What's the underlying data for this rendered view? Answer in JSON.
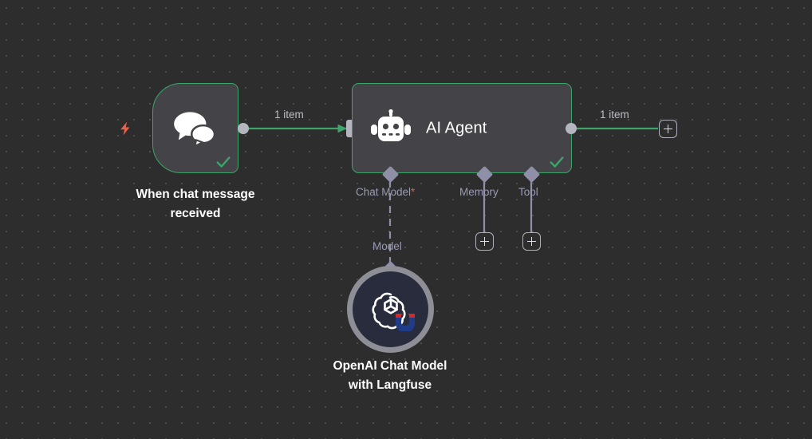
{
  "canvas": {
    "background_color": "#2d2d2d",
    "grid_dot_color": "#a0a0a5",
    "accent_success": "#3ea46a",
    "accent_trigger": "#e8614a",
    "connector_color": "#8f8fa8"
  },
  "nodes": {
    "trigger": {
      "label": "When chat message\nreceived",
      "icon": "chat-bubbles-icon",
      "trigger_icon": "lightning-bolt-icon",
      "status_icon": "check-icon",
      "border_color": "#3ea46a"
    },
    "agent": {
      "title": "AI Agent",
      "icon": "robot-icon",
      "status_icon": "check-icon",
      "border_color": "#3ea46a",
      "sub_ports": [
        {
          "name": "chat-model",
          "label": "Chat Model",
          "required": true,
          "required_marker": "*"
        },
        {
          "name": "memory",
          "label": "Memory",
          "required": false,
          "required_marker": ""
        },
        {
          "name": "tool",
          "label": "Tool",
          "required": false,
          "required_marker": ""
        }
      ]
    },
    "openai": {
      "label": "OpenAI Chat Model\nwith Langfuse",
      "icon": "openai-logo-icon",
      "overlay_icon": "langfuse-magnet-icon",
      "connection_label": "Model"
    }
  },
  "connections": {
    "trigger_to_agent_label": "1 item",
    "agent_to_next_label": "1 item"
  },
  "buttons": {
    "add_output_node": "+",
    "add_memory_node": "+",
    "add_tool_node": "+"
  }
}
